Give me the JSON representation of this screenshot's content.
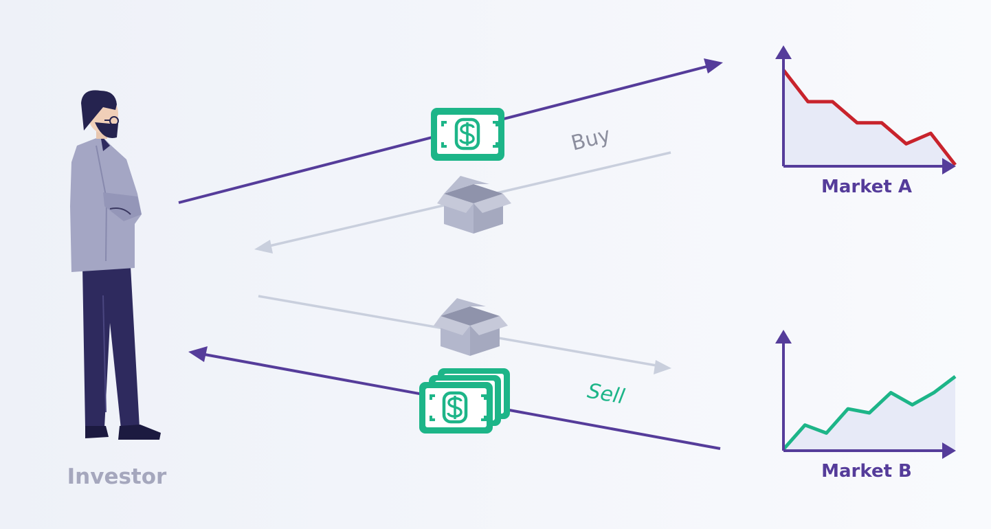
{
  "labels": {
    "investor": "Investor",
    "buy": "Buy",
    "sell": "Sell",
    "market_a": "Market A",
    "market_b": "Market B"
  },
  "icons": {
    "investor": "investor-figure",
    "cash": "dollar-bill-icon",
    "cash_stack": "dollar-bills-stack-icon",
    "goods": "open-box-icon"
  },
  "colors": {
    "primary_arrow": "#553c9a",
    "goods_arrow": "#c9cfdd",
    "money": "#1db588",
    "box": "#b3b7cc",
    "market_a_trend": "#c8232c",
    "market_b_trend": "#1db588",
    "chart_fill": "#e7eaf7",
    "investor_label": "#a5a7bd"
  },
  "chart_data": [
    {
      "type": "line",
      "title": "Market A",
      "trend": "declining",
      "x": [
        0,
        1,
        2,
        3,
        4,
        5,
        6,
        7
      ],
      "y": [
        10,
        7,
        7,
        5,
        5,
        3,
        4,
        1
      ]
    },
    {
      "type": "line",
      "title": "Market B",
      "trend": "rising",
      "x": [
        0,
        1,
        2,
        3,
        4,
        5,
        6,
        7,
        8
      ],
      "y": [
        0,
        3,
        2,
        5,
        4.5,
        7,
        5.5,
        7,
        9
      ]
    }
  ]
}
